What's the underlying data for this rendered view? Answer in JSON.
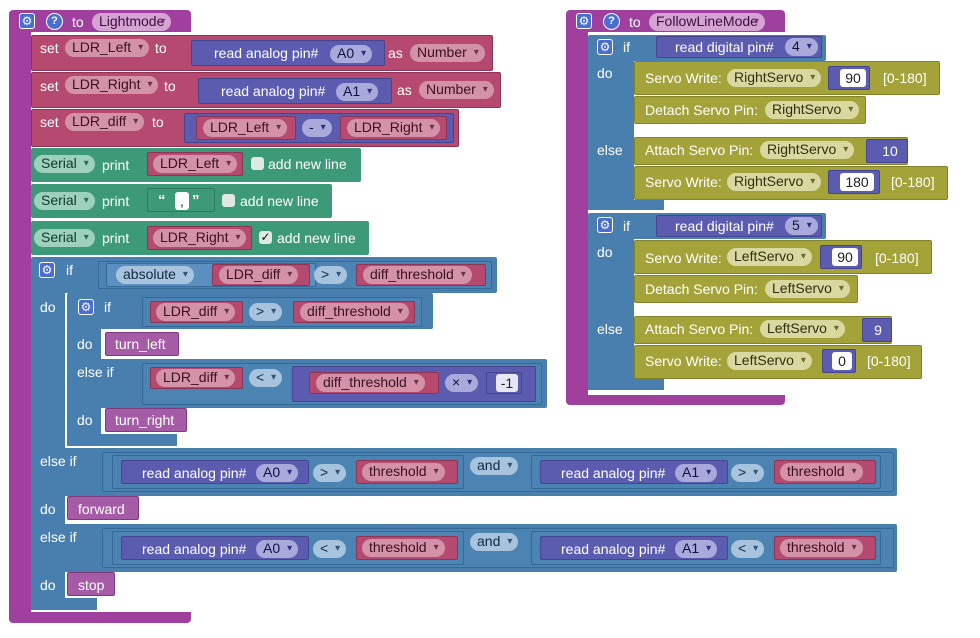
{
  "lightmode": {
    "to": "to",
    "name": "Lightmode",
    "set1": {
      "set": "set",
      "var": "LDR_Left",
      "to": "to",
      "read": "read analog pin#",
      "pin": "A0",
      "as": "as",
      "type": "Number"
    },
    "set2": {
      "set": "set",
      "var": "LDR_Right",
      "to": "to",
      "read": "read analog pin#",
      "pin": "A1",
      "as": "as",
      "type": "Number"
    },
    "set3": {
      "set": "set",
      "var": "LDR_diff",
      "to": "to",
      "a": "LDR_Left",
      "op": "-",
      "b": "LDR_Right"
    },
    "print1": {
      "serial": "Serial",
      "print": "print",
      "arg": "LDR_Left",
      "newline": "add new line"
    },
    "print2": {
      "serial": "Serial",
      "print": "print",
      "open": "“",
      "str": ",",
      "close": "”",
      "newline": "add new line"
    },
    "print3": {
      "serial": "Serial",
      "print": "print",
      "arg": "LDR_Right",
      "check": "✓",
      "newline": "add new line"
    },
    "if1": {
      "if": "if",
      "do": "do",
      "elseif": "else if",
      "fn": "absolute",
      "var": "LDR_diff",
      "op": ">",
      "rhs": "diff_threshold",
      "inner": {
        "if": "if",
        "var": "LDR_diff",
        "op": ">",
        "rhs": "diff_threshold",
        "do": "do",
        "call1": "turn_left",
        "elseif": "else if",
        "var2": "LDR_diff",
        "op2": "<",
        "rhs2": "diff_threshold",
        "mul": "×",
        "neg": "-1",
        "do2": "do",
        "call2": "turn_right"
      },
      "elseif1": {
        "read": "read analog pin#",
        "pin1": "A0",
        "op1": ">",
        "th1": "threshold",
        "and": "and",
        "pin2": "A1",
        "op2": ">",
        "th2": "threshold",
        "do": "do",
        "call": "forward"
      },
      "elseif2": {
        "elseif": "else if",
        "read": "read analog pin#",
        "pin1": "A0",
        "op1": "<",
        "th1": "threshold",
        "and": "and",
        "pin2": "A1",
        "op2": "<",
        "th2": "threshold",
        "do": "do",
        "call": "stop"
      }
    }
  },
  "follow": {
    "to": "to",
    "name": "FollowLineMode",
    "if1": {
      "if": "if",
      "read": "read digital pin#",
      "pin": "4",
      "do": "do",
      "else": "else",
      "w1": "Servo Write:",
      "s1": "RightServo",
      "v1": "90",
      "r1": "[0-180]",
      "detach": "Detach Servo Pin:",
      "s2": "RightServo",
      "attach": "Attach Servo Pin:",
      "s3": "RightServo",
      "v3": "10",
      "w2": "Servo Write:",
      "s4": "RightServo",
      "v4": "180",
      "r4": "[0-180]"
    },
    "if2": {
      "if": "if",
      "read": "read digital pin#",
      "pin": "5",
      "do": "do",
      "else": "else",
      "w1": "Servo Write:",
      "s1": "LeftServo",
      "v1": "90",
      "r1": "[0-180]",
      "detach": "Detach Servo Pin:",
      "s2": "LeftServo",
      "attach": "Attach Servo Pin:",
      "s3": "LeftServo",
      "v3": "9",
      "w2": "Servo Write:",
      "s4": "LeftServo",
      "v4": "0",
      "r4": "[0-180]"
    }
  },
  "icons": {
    "gear": "gear-icon",
    "help": "help-icon",
    "dropdown": "chevron-down-icon"
  }
}
